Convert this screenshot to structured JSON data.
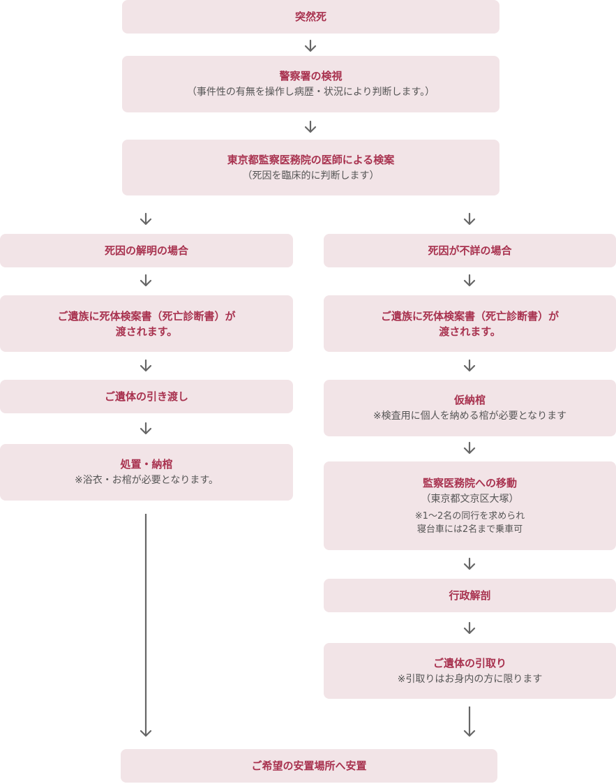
{
  "flow": {
    "start": {
      "title": "突然死"
    },
    "police": {
      "title": "警察署の検視",
      "sub": "（事件性の有無を操作し病歴・状況により判断します。）"
    },
    "examiner": {
      "title": "東京都監察医務院の医師による検案",
      "sub": "（死因を臨床的に判断します）"
    },
    "left": {
      "cause_known": {
        "title": "死因の解明の場合"
      },
      "certificate": {
        "title": "ご遺族に死体検案書（死亡診断書）が\n渡されます。"
      },
      "handover": {
        "title": "ご遺体の引き渡し"
      },
      "coffin": {
        "title": "処置・納棺",
        "sub": "※浴衣・お棺が必要となります。"
      }
    },
    "right": {
      "cause_unknown": {
        "title": "死因が不詳の場合"
      },
      "certificate": {
        "title": "ご遺族に死体検案書（死亡診断書）が\n渡されます。"
      },
      "temp_coffin": {
        "title": "仮納棺",
        "sub": "※検査用に個人を納める棺が必要となります"
      },
      "transfer": {
        "title": "監察医務院への移動",
        "sub": "（東京都文京区大塚）",
        "note": "※1～2名の同行を求められ\n寝台車には2名まで乗車可"
      },
      "autopsy": {
        "title": "行政解剖"
      },
      "pickup": {
        "title": "ご遺体の引取り",
        "sub": "※引取りはお身内の方に限ります"
      }
    },
    "end": {
      "title": "ご希望の安置場所へ安置"
    }
  },
  "colors": {
    "box_fill": "#f2e4e7",
    "title_text": "#a8324f",
    "sub_text": "#555555",
    "arrow": "#666666"
  },
  "icons": {
    "arrow": "arrow-down-icon"
  }
}
